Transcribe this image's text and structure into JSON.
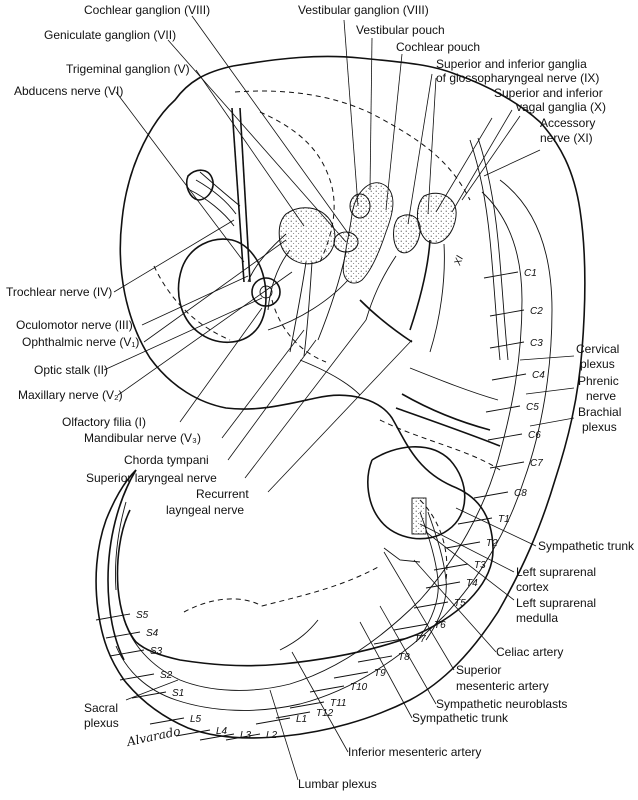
{
  "labels": {
    "cochlear_ganglion": "Cochlear ganglion (VIII)",
    "geniculate_ganglion": "Geniculate ganglion (VII)",
    "trigeminal_ganglion": "Trigeminal ganglion (V)",
    "abducens_nerve": "Abducens nerve (VI)",
    "vestibular_ganglion": "Vestibular ganglion (VIII)",
    "vestibular_pouch": "Vestibular pouch",
    "cochlear_pouch": "Cochlear pouch",
    "glosso_ganglia_1": "Superior and inferior ganglia",
    "glosso_ganglia_2": "of glossopharyngeal nerve (IX)",
    "vagal_ganglia_1": "Superior and inferior",
    "vagal_ganglia_2": "vagal ganglia (X)",
    "accessory_nerve_1": "Accessory",
    "accessory_nerve_2": "nerve (XI)",
    "trochlear_nerve": "Trochlear nerve (IV)",
    "oculomotor_nerve": "Oculomotor nerve (III)",
    "ophthalmic_nerve": "Ophthalmic nerve (V₁)",
    "optic_stalk": "Optic stalk (II)",
    "maxillary_nerve": "Maxillary nerve (V₂)",
    "olfactory_filia": "Olfactory filia (I)",
    "mandibular_nerve": "Mandibular nerve (V₃)",
    "chorda_tympani": "Chorda tympani",
    "superior_laryngeal": "Superior laryngeal nerve",
    "recurrent_1": "Recurrent",
    "recurrent_2": "layngeal nerve",
    "cervical_plexus_1": "Cervical",
    "cervical_plexus_2": "plexus",
    "phrenic_nerve_1": "Phrenic",
    "phrenic_nerve_2": "nerve",
    "brachial_plexus_1": "Brachial",
    "brachial_plexus_2": "plexus",
    "sympathetic_trunk_upper": "Sympathetic trunk",
    "suprarenal_cortex_1": "Left suprarenal",
    "suprarenal_cortex_2": "cortex",
    "suprarenal_medulla_1": "Left suprarenal",
    "suprarenal_medulla_2": "medulla",
    "celiac_artery": "Celiac artery",
    "sup_mesenteric_1": "Superior",
    "sup_mesenteric_2": "mesenteric artery",
    "sympathetic_neuroblasts": "Sympathetic neuroblasts",
    "sympathetic_trunk_lower": "Sympathetic trunk",
    "inferior_mesenteric": "Inferior mesenteric artery",
    "lumbar_plexus": "Lumbar plexus",
    "sacral_plexus_1": "Sacral",
    "sacral_plexus_2": "plexus"
  },
  "segments": {
    "cervical": [
      "C1",
      "C2",
      "C3",
      "C4",
      "C5",
      "C6",
      "C7",
      "C8"
    ],
    "thoracic": [
      "T1",
      "T2",
      "T3",
      "T4",
      "T5",
      "T6",
      "T7",
      "T8",
      "T9",
      "T10",
      "T11",
      "T12"
    ],
    "lumbar": [
      "L1",
      "L2",
      "L3",
      "L4",
      "L5"
    ],
    "sacral": [
      "S1",
      "S2",
      "S3",
      "S4",
      "S5"
    ],
    "xi_mark": "XI"
  },
  "signature": "Alvarado"
}
